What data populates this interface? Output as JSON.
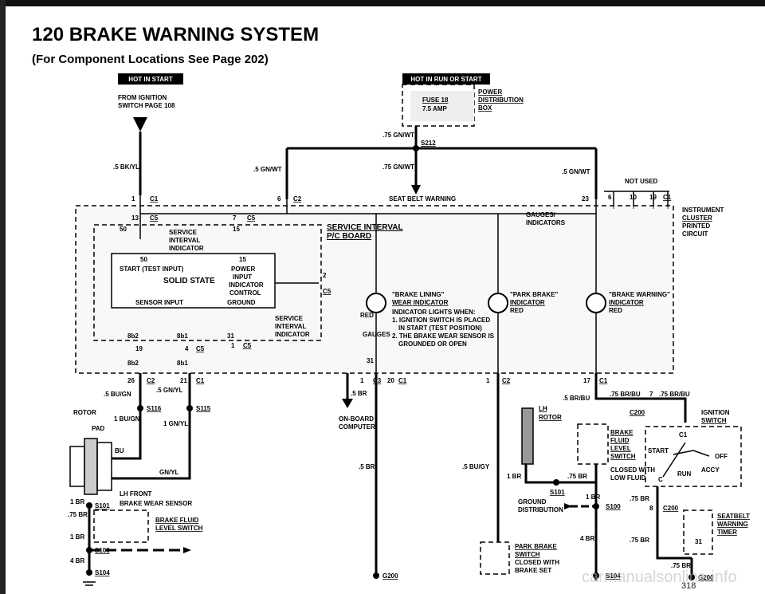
{
  "page": {
    "title": "120  BRAKE WARNING SYSTEM",
    "subtitle": "(For Component Locations See Page 202)",
    "page_number": "318",
    "watermark": "carmanualsonline.info"
  },
  "badges": {
    "hot_in_start": "HOT IN START",
    "hot_in_run_or_start": "HOT IN RUN OR START"
  },
  "labels": {
    "from_ignition_1": "FROM IGNITION",
    "from_ignition_2": "SWITCH PAGE 108",
    "fuse": "FUSE 18",
    "fuse_amp": "7.5 AMP",
    "power_dist_1": "POWER",
    "power_dist_2": "DISTRIBUTION",
    "power_dist_3": "BOX",
    "wire_75gnwt_top": ".75 GN/WT",
    "s212": "S212",
    "wire_5bkyl": ".5 BK/YL",
    "wire_5gnwt_left": ".5 GN/WT",
    "wire_75gnwt_mid": ".75 GN/WT",
    "wire_5gnwt_right": ".5 GN/WT",
    "seat_belt_warning": "SEAT BELT WARNING",
    "not_used": "NOT USED",
    "pin_1": "1",
    "c1_top": "C1",
    "pin_6": "6",
    "c2_top": "C2",
    "pin_23": "23",
    "pin_10": "10",
    "pin_19": "19",
    "c1_right": "C1",
    "pin_6b": "6",
    "instrument_cluster_1": "INSTRUMENT",
    "instrument_cluster_2": "CLUSTER",
    "instrument_cluster_3": "PRINTED",
    "instrument_cluster_4": "CIRCUIT",
    "pin_13": "13",
    "c5_a": "C5",
    "pin_50": "50",
    "pin_7": "7",
    "c5_b": "C5",
    "pin_15": "15",
    "service_interval_indicator_1": "SERVICE",
    "service_interval_indicator_2": "INTERVAL",
    "service_interval_indicator_3": "INDICATOR",
    "service_interval_pc_1": "SERVICE INTERVAL",
    "service_interval_pc_2": "P/C BOARD",
    "gauges_1": "GAUGES/",
    "gauges_2": "INDICATORS",
    "ss_50": "50",
    "ss_15": "15",
    "ss_start": "START (TEST INPUT)",
    "ss_power_1": "POWER",
    "ss_power_2": "INPUT",
    "ss_solid_state": "SOLID STATE",
    "ss_indicator_1": "INDICATOR",
    "ss_indicator_2": "CONTROL",
    "ss_sensor_input": "SENSOR INPUT",
    "ss_ground": "GROUND",
    "pin_2": "2",
    "c5_c": "C5",
    "brake_lining_1": "\"BRAKE LINING\"",
    "brake_lining_2": "WEAR INDICATOR",
    "red_1": "RED",
    "lining_note_1": "INDICATOR LIGHTS WHEN:",
    "lining_note_2": "1. IGNITION SWITCH IS PLACED",
    "lining_note_3": "IN START (TEST POSITION)",
    "lining_note_4": "2. THE BRAKE WEAR SENSOR IS",
    "lining_note_5": "GROUNDED OR OPEN",
    "park_brake_ind_1": "\"PARK BRAKE\"",
    "park_brake_ind_2": "INDICATOR",
    "red_2": "RED",
    "brake_warning_ind_1": "\"BRAKE WARNING\"",
    "brake_warning_ind_2": "INDICATOR",
    "red_3": "RED",
    "service_interval_2_1": "SERVICE",
    "service_interval_2_2": "INTERVAL",
    "service_interval_2_3": "INDICATOR",
    "gauges_3": "GAUGES",
    "pin_8b2": "8b2",
    "pin_8b1": "8b1",
    "pin_31": "31",
    "pin_19b": "19",
    "pin_4": "4",
    "c5_d": "C5",
    "pin_1b": "1",
    "c5_e": "C5",
    "pin_31b": "31",
    "pin_8b2_b": "8b2",
    "pin_8b1_b": "8b1",
    "pin_26": "26",
    "c2_b": "C2",
    "pin_21": "21",
    "c1_b": "C1",
    "pin_1c": "1",
    "c3": "C3",
    "pin_20": "20",
    "c1_c": "C1",
    "pin_1d": "1",
    "c2_c": "C2",
    "pin_17": "17",
    "c1_d": "C1",
    "wire_5bugn": ".5 BU/GN",
    "wire_5gnyl": ".5 GN/YL",
    "wire_5br_a": ".5 BR",
    "wire_5brbu": ".5 BR/BU",
    "wire_75brbu": ".75 BR/BU",
    "pin_7b": "7",
    "wire_75brbu_b": ".75 BR/BU",
    "rotor_left": "ROTOR",
    "s116": "S116",
    "s115": "S115",
    "wire_1bugn": "1 BU/GN",
    "wire_1gnyl": "1 GN/YL",
    "pad": "PAD",
    "bu": "BU",
    "on_board_1": "ON-BOARD",
    "on_board_2": "COMPUTER",
    "lh_rotor_1": "LH",
    "lh_rotor_2": "ROTOR",
    "c200_top": "C200",
    "ignition_switch_1": "IGNITION",
    "ignition_switch_2": "SWITCH",
    "gnyl": "GN/YL",
    "wire_5br_b": ".5 BR",
    "wire_5bugy": ".5 BU/GY",
    "brake_fluid_1": "BRAKE",
    "brake_fluid_2": "FLUID",
    "brake_fluid_3": "LEVEL",
    "brake_fluid_4": "SWITCH",
    "brake_fluid_5": "CLOSED WITH",
    "brake_fluid_6": "LOW FLUID",
    "ign_c1": "C1",
    "ign_start": "START",
    "ign_off": "OFF",
    "ign_accy": "ACCY",
    "ign_run": "RUN",
    "ign_c": "C",
    "lh_front_1": "LH FRONT",
    "lh_front_2": "BRAKE WEAR SENSOR",
    "wire_1br_a": "1 BR",
    "s101_a": "S101",
    "wire_75br_a": ".75 BR",
    "s101_b": "S101",
    "wire_1br_b": "1 BR",
    "wire_75br_b": ".75 BR",
    "wire_1br_c": "1 BR",
    "wire_75br_c": ".75 BR",
    "pin_8": "8",
    "c200_b": "C200",
    "brake_fluid_sw_1": "BRAKE FLUID",
    "brake_fluid_sw_2": "LEVEL SWITCH",
    "ground_dist_1": "GROUND",
    "ground_dist_2": "DISTRIBUTION",
    "s100_a": "S100",
    "seatbelt_timer_1": "SEATBELT",
    "seatbelt_timer_2": "WARNING",
    "seatbelt_timer_3": "TIMER",
    "pin_31c": "31",
    "wire_1br_d": "1 BR",
    "wire_4br_a": "4 BR",
    "wire_75br_d": ".75 BR",
    "s100_b": "S100",
    "wire_4br_b": "4 BR",
    "park_brake_sw_1": "PARK BRAKE",
    "park_brake_sw_2": "SWITCH",
    "park_brake_sw_3": "CLOSED WITH",
    "park_brake_sw_4": "BRAKE SET",
    "wire_75br_e": ".75 BR",
    "s104_a": "S104",
    "g200_a": "G200",
    "s104_b": "S104",
    "g200_b": "G200"
  }
}
